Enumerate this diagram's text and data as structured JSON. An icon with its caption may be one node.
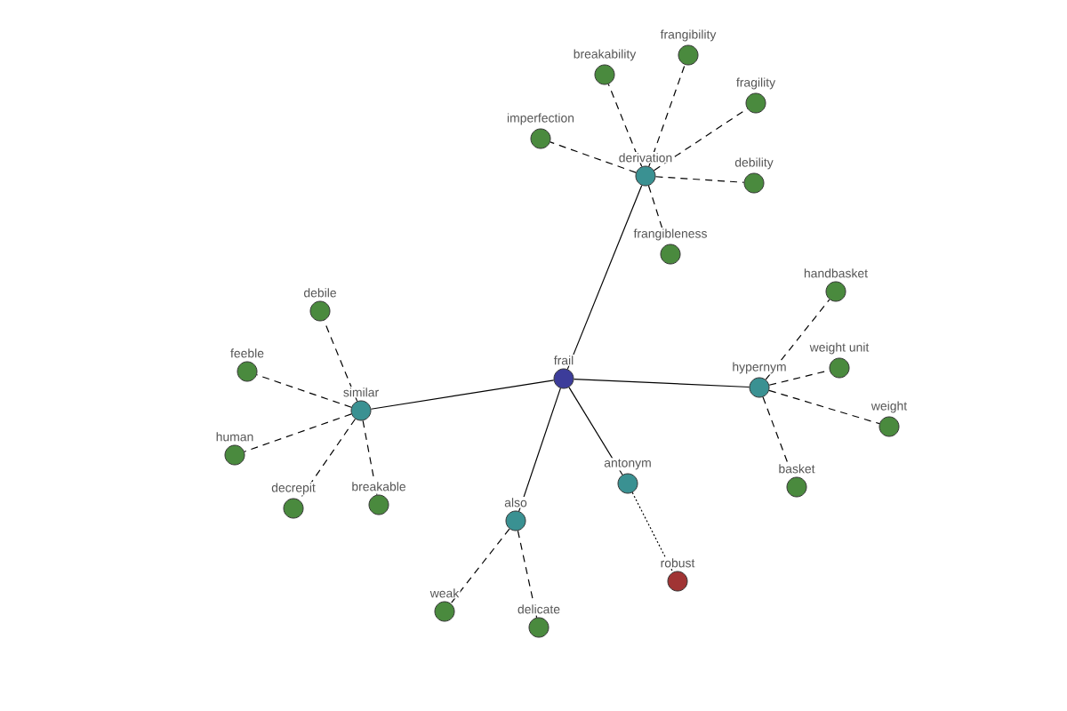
{
  "diagram": {
    "nodes": [
      {
        "text": [
          "frail"
        ]
      },
      {
        "text": [
          "derivation"
        ]
      },
      {
        "text": [
          "similar"
        ]
      },
      {
        "text": [
          "hypernym"
        ]
      },
      {
        "text": [
          "antonym"
        ]
      },
      {
        "text": [
          "also"
        ]
      },
      {
        "text": [
          "imperfection"
        ]
      },
      {
        "text": [
          "breakability"
        ]
      },
      {
        "text": [
          "frangibility"
        ]
      },
      {
        "text": [
          "fragility"
        ]
      },
      {
        "text": [
          "debility"
        ]
      },
      {
        "text": [
          "frangibleness"
        ]
      },
      {
        "text": [
          "debile"
        ]
      },
      {
        "text": [
          "feeble"
        ]
      },
      {
        "text": [
          "human"
        ]
      },
      {
        "text": [
          "decrepit"
        ]
      },
      {
        "text": [
          "breakable"
        ]
      },
      {
        "text": [
          "handbasket"
        ]
      },
      {
        "text": [
          "weight unit"
        ]
      },
      {
        "text": [
          "weight"
        ]
      },
      {
        "text": [
          "basket"
        ]
      },
      {
        "text": [
          "robust"
        ]
      },
      {
        "text": [
          "weak"
        ]
      },
      {
        "text": [
          "delicate"
        ]
      }
    ],
    "edges": [
      {
        "from": 0,
        "to": 1,
        "arrow": "none"
      },
      {
        "from": 0,
        "to": 2,
        "arrow": "none"
      },
      {
        "from": 0,
        "to": 3,
        "arrow": "none"
      },
      {
        "from": 0,
        "to": 4,
        "arrow": "none"
      },
      {
        "from": 0,
        "to": 5,
        "arrow": "none"
      },
      {
        "from": 1,
        "to": 6,
        "arrow": "none",
        "style": "dashed"
      },
      {
        "from": 1,
        "to": 7,
        "arrow": "none",
        "style": "dashed"
      },
      {
        "from": 1,
        "to": 8,
        "arrow": "none",
        "style": "dashed"
      },
      {
        "from": 1,
        "to": 9,
        "arrow": "none",
        "style": "dashed"
      },
      {
        "from": 1,
        "to": 10,
        "arrow": "none",
        "style": "dashed"
      },
      {
        "from": 1,
        "to": 11,
        "arrow": "none",
        "style": "dashed"
      },
      {
        "from": 2,
        "to": 12,
        "arrow": "none",
        "style": "dashed"
      },
      {
        "from": 2,
        "to": 13,
        "arrow": "none",
        "style": "dashed"
      },
      {
        "from": 2,
        "to": 14,
        "arrow": "none",
        "style": "dashed"
      },
      {
        "from": 2,
        "to": 15,
        "arrow": "none",
        "style": "dashed"
      },
      {
        "from": 2,
        "to": 16,
        "arrow": "none",
        "style": "dashed"
      },
      {
        "from": 3,
        "to": 17,
        "arrow": "none",
        "style": "dashed"
      },
      {
        "from": 3,
        "to": 18,
        "arrow": "none",
        "style": "dashed"
      },
      {
        "from": 3,
        "to": 19,
        "arrow": "none",
        "style": "dashed"
      },
      {
        "from": 3,
        "to": 20,
        "arrow": "none",
        "style": "dashed"
      },
      {
        "from": 4,
        "to": 21,
        "arrow": "none",
        "style": "dashed"
      },
      {
        "from": 5,
        "to": 22,
        "arrow": "none",
        "style": "dashed"
      },
      {
        "from": 5,
        "to": 23,
        "arrow": "none",
        "style": "dashed"
      }
    ]
  }
}
